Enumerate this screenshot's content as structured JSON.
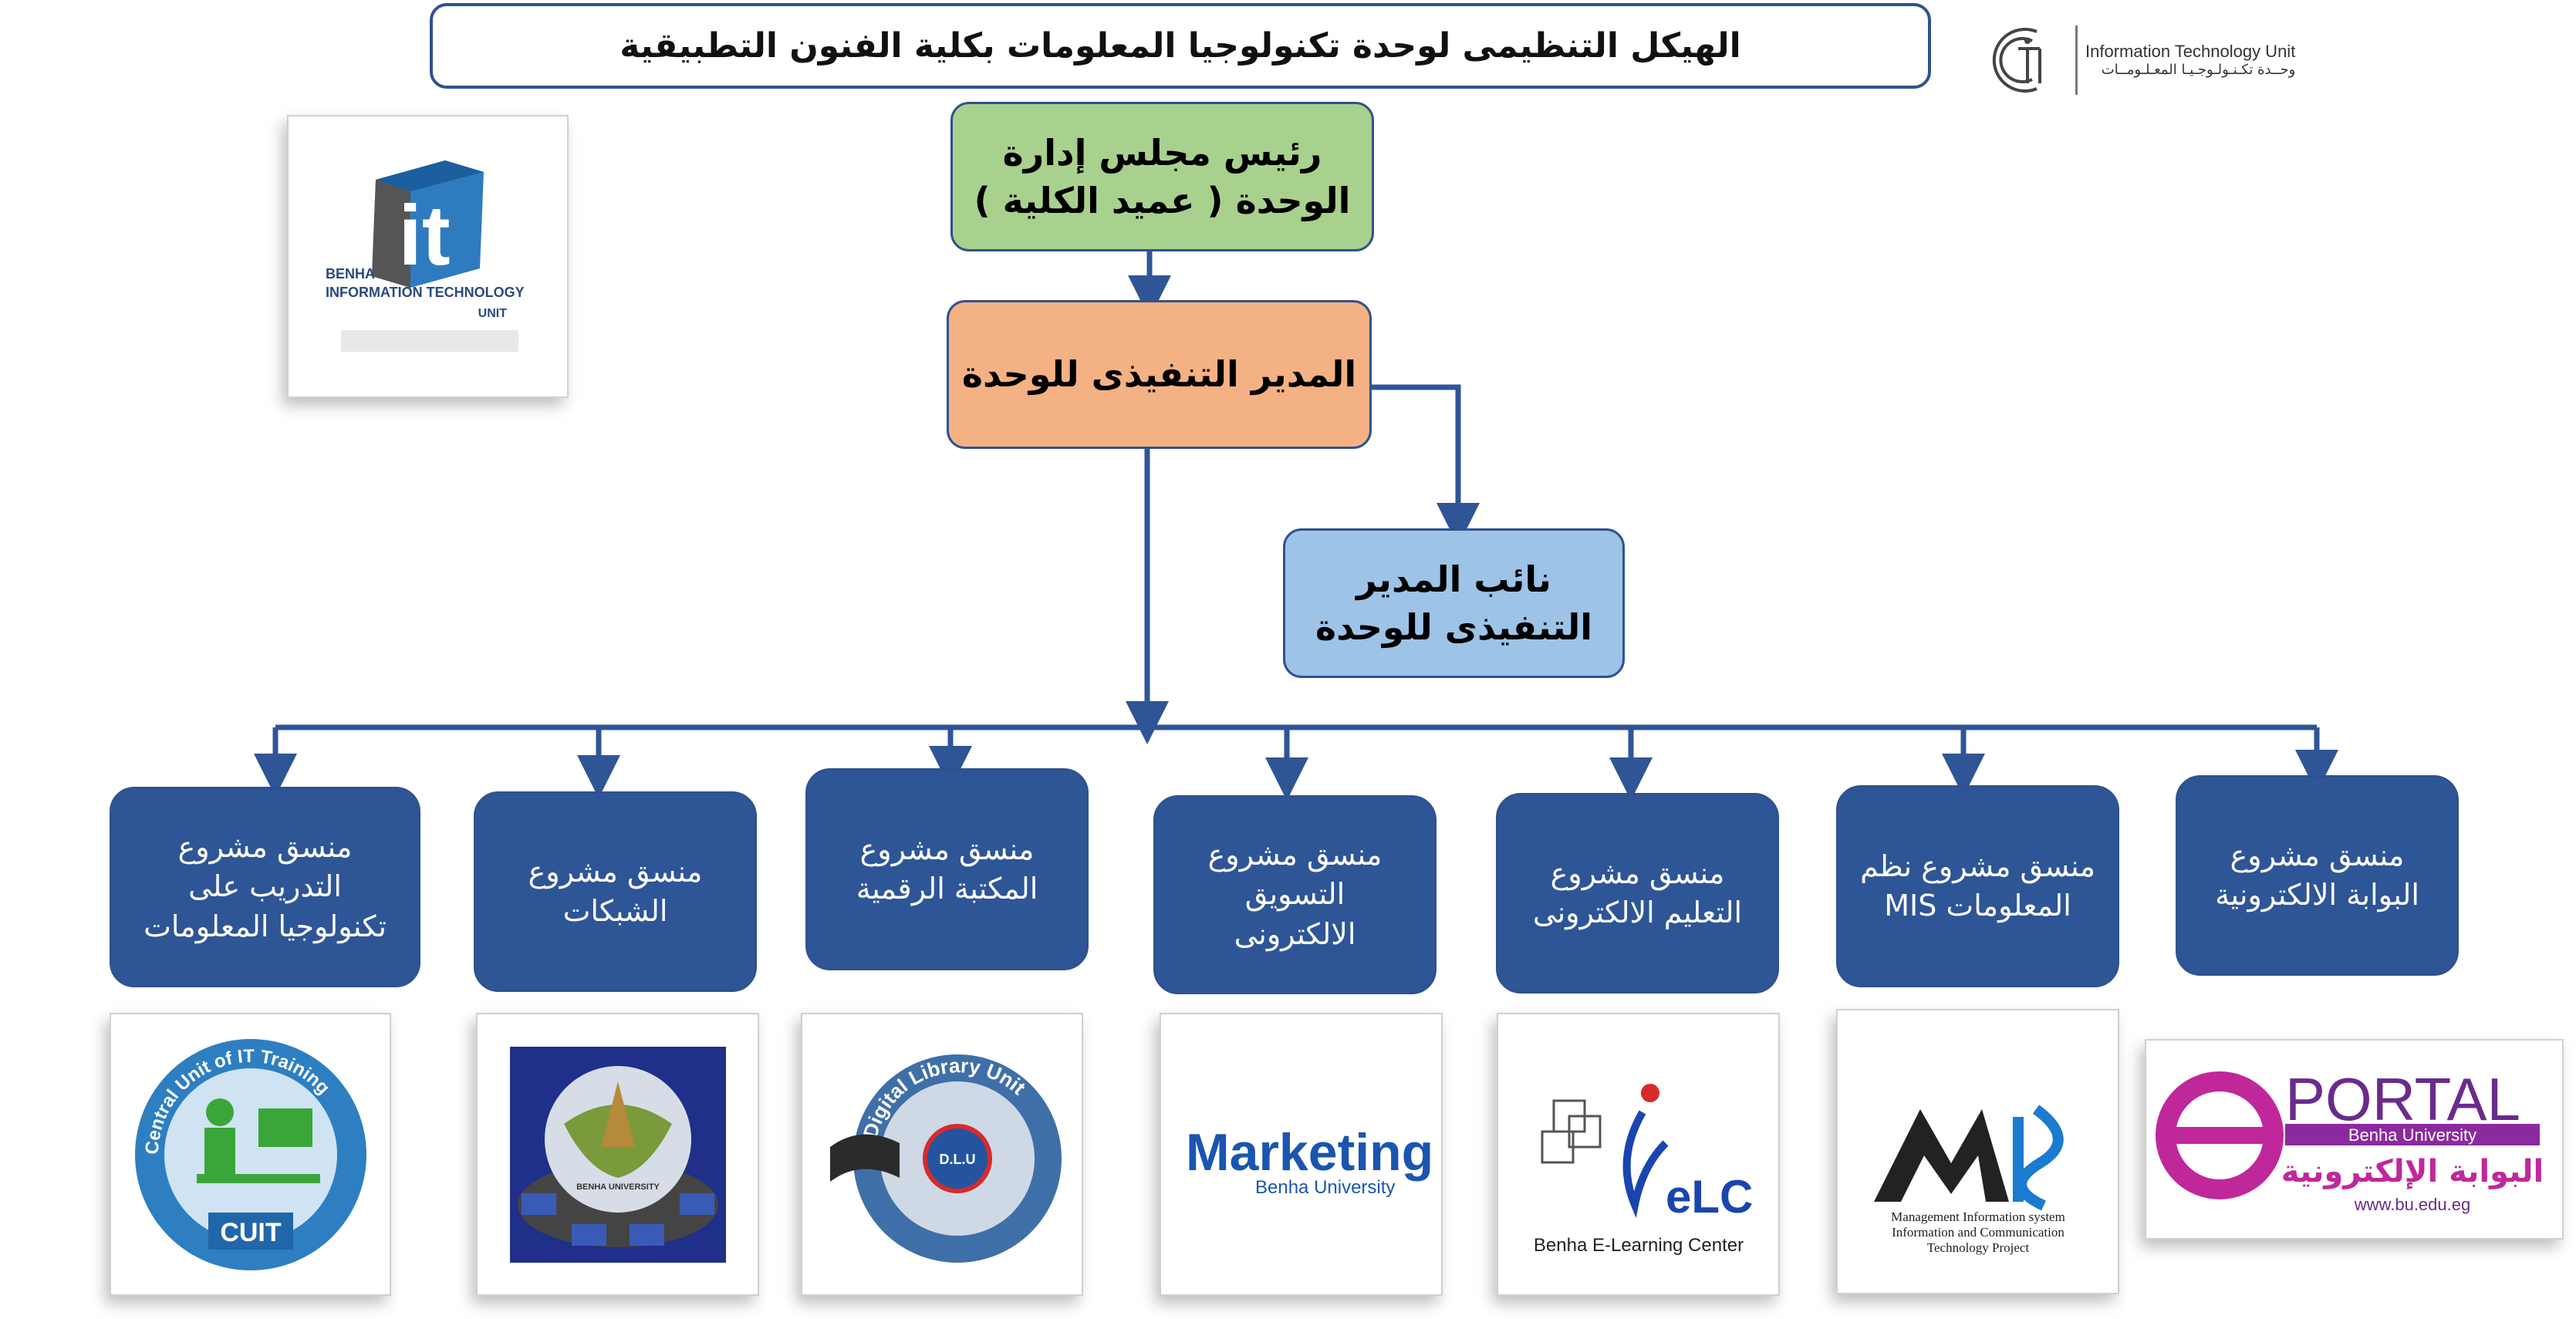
{
  "title": "الهيكل التنظيمى لوحدة تكنولوجيا المعلومات بكلية الفنون التطبيقية",
  "header_logo": {
    "en": "Information Technology Unit",
    "ar": "وحــدة تكـنـولـوجـيـا المعـلـومــات"
  },
  "it_logo": {
    "letters": "it",
    "line1": "BENHA",
    "line2": "INFORMATION TECHNOLOGY",
    "line3": "UNIT"
  },
  "nodes": {
    "chair": "رئيس مجلس إدارة\nالوحدة ( عميد الكلية )",
    "executive": "المدير التنفيذى للوحدة",
    "deputy": "نائب  المدير\nالتنفيذى للوحدة"
  },
  "coordinators": [
    {
      "text": "منسق مشروع\nالتدريب على\nتكنولوجيا المعلومات"
    },
    {
      "text": "منسق مشروع\nالشبكات"
    },
    {
      "text": "منسق مشروع\nالمكتبة الرقمية"
    },
    {
      "text": "منسق مشروع\nالتسويق\nالالكترونى"
    },
    {
      "text": "منسق مشروع\nالتعليم الالكترونى"
    },
    {
      "text": "منسق مشروع نظم\nالمعلومات MIS"
    },
    {
      "text": "منسق مشروع\nالبوابة الالكترونية"
    }
  ],
  "logos": {
    "cuit": {
      "ring": "Central Unit of IT Training",
      "label": "CUIT"
    },
    "networks": {
      "label": "BENHA UNIVERSITY"
    },
    "dlu": {
      "ring": "Digital Library Unit",
      "label": "D.L.U"
    },
    "marketing": {
      "label": "Marketing",
      "sub": "Benha University"
    },
    "elc": {
      "label": "eLC",
      "sub": "Benha E-Learning Center"
    },
    "mis": {
      "l1": "Management Information system",
      "l2": "Information and Communication",
      "l3": "Technology Project"
    },
    "portal": {
      "label": "PORTAL",
      "sub": "Benha University",
      "ar": "البوابة الإلكترونية",
      "url": "www.bu.edu.eg"
    }
  },
  "colors": {
    "line": "#2f5597",
    "coord_fill": "#2e5596",
    "chair": "#a9d18e",
    "executive": "#f4b183",
    "deputy": "#9dc3e6"
  }
}
